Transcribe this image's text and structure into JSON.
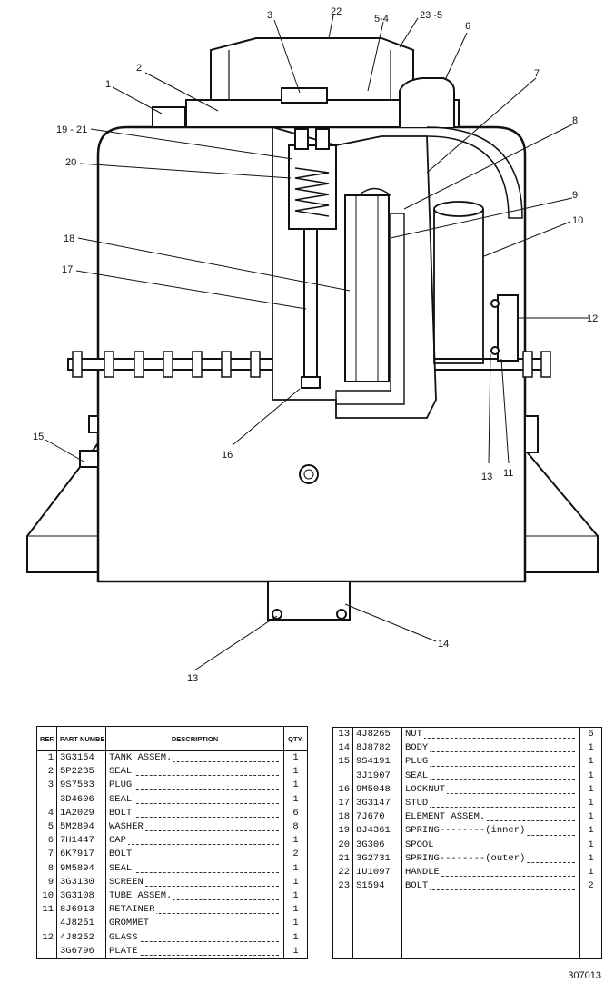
{
  "callouts": [
    "1",
    "2",
    "3",
    "5-4",
    "22",
    "23 -5",
    "6",
    "7",
    "8",
    "9",
    "10",
    "12",
    "19 - 21",
    "20",
    "18",
    "17",
    "16",
    "15",
    "13",
    "11",
    "14",
    "13"
  ],
  "parts_header": {
    "ref": "REF. NO.",
    "part": "PART NUMBER",
    "desc": "DESCRIPTION",
    "qty": "QTY."
  },
  "parts_left": [
    {
      "ref": "1",
      "part": "3G3154",
      "desc": "TANK ASSEM.",
      "qty": "1"
    },
    {
      "ref": "2",
      "part": "5P2235",
      "desc": "SEAL",
      "qty": "1"
    },
    {
      "ref": "3",
      "part": "9S7583",
      "desc": "PLUG",
      "qty": "1"
    },
    {
      "ref": "",
      "part": "3D4606",
      "desc": "SEAL",
      "qty": "1"
    },
    {
      "ref": "4",
      "part": "1A2029",
      "desc": "BOLT",
      "qty": "6"
    },
    {
      "ref": "5",
      "part": "5M2894",
      "desc": "WASHER",
      "qty": "8"
    },
    {
      "ref": "6",
      "part": "7H1447",
      "desc": "CAP",
      "qty": "1"
    },
    {
      "ref": "7",
      "part": "6K7917",
      "desc": "BOLT",
      "qty": "2"
    },
    {
      "ref": "8",
      "part": "9M5894",
      "desc": "SEAL",
      "qty": "1"
    },
    {
      "ref": "9",
      "part": "3G3130",
      "desc": "SCREEN",
      "qty": "1"
    },
    {
      "ref": "10",
      "part": "3G3108",
      "desc": "TUBE ASSEM.",
      "qty": "1"
    },
    {
      "ref": "11",
      "part": "8J6913",
      "desc": "RETAINER",
      "qty": "1"
    },
    {
      "ref": "",
      "part": "4J8251",
      "desc": "GROMMET",
      "qty": "1"
    },
    {
      "ref": "12",
      "part": "4J8252",
      "desc": "GLASS",
      "qty": "1"
    },
    {
      "ref": "",
      "part": "3G6796",
      "desc": "PLATE",
      "qty": "1"
    }
  ],
  "parts_right": [
    {
      "ref": "13",
      "part": "4J8265",
      "desc": "NUT",
      "qty": "6"
    },
    {
      "ref": "14",
      "part": "8J8782",
      "desc": "BODY",
      "qty": "1"
    },
    {
      "ref": "15",
      "part": "9S4191",
      "desc": "PLUG",
      "qty": "1"
    },
    {
      "ref": "",
      "part": "3J1907",
      "desc": "SEAL",
      "qty": "1"
    },
    {
      "ref": "16",
      "part": "9M5048",
      "desc": "LOCKNUT",
      "qty": "1"
    },
    {
      "ref": "17",
      "part": "3G3147",
      "desc": "STUD",
      "qty": "1"
    },
    {
      "ref": "18",
      "part": "7J670",
      "desc": "ELEMENT ASSEM.",
      "qty": "1"
    },
    {
      "ref": "19",
      "part": "8J4361",
      "desc": "SPRING--------(inner)",
      "qty": "1"
    },
    {
      "ref": "20",
      "part": "3G306",
      "desc": "SPOOL",
      "qty": "1"
    },
    {
      "ref": "21",
      "part": "3G2731",
      "desc": "SPRING--------(outer)",
      "qty": "1"
    },
    {
      "ref": "22",
      "part": "1U1097",
      "desc": "HANDLE",
      "qty": "1"
    },
    {
      "ref": "23",
      "part": "S1594",
      "desc": "BOLT",
      "qty": "2"
    }
  ],
  "drawing_number": "307013"
}
